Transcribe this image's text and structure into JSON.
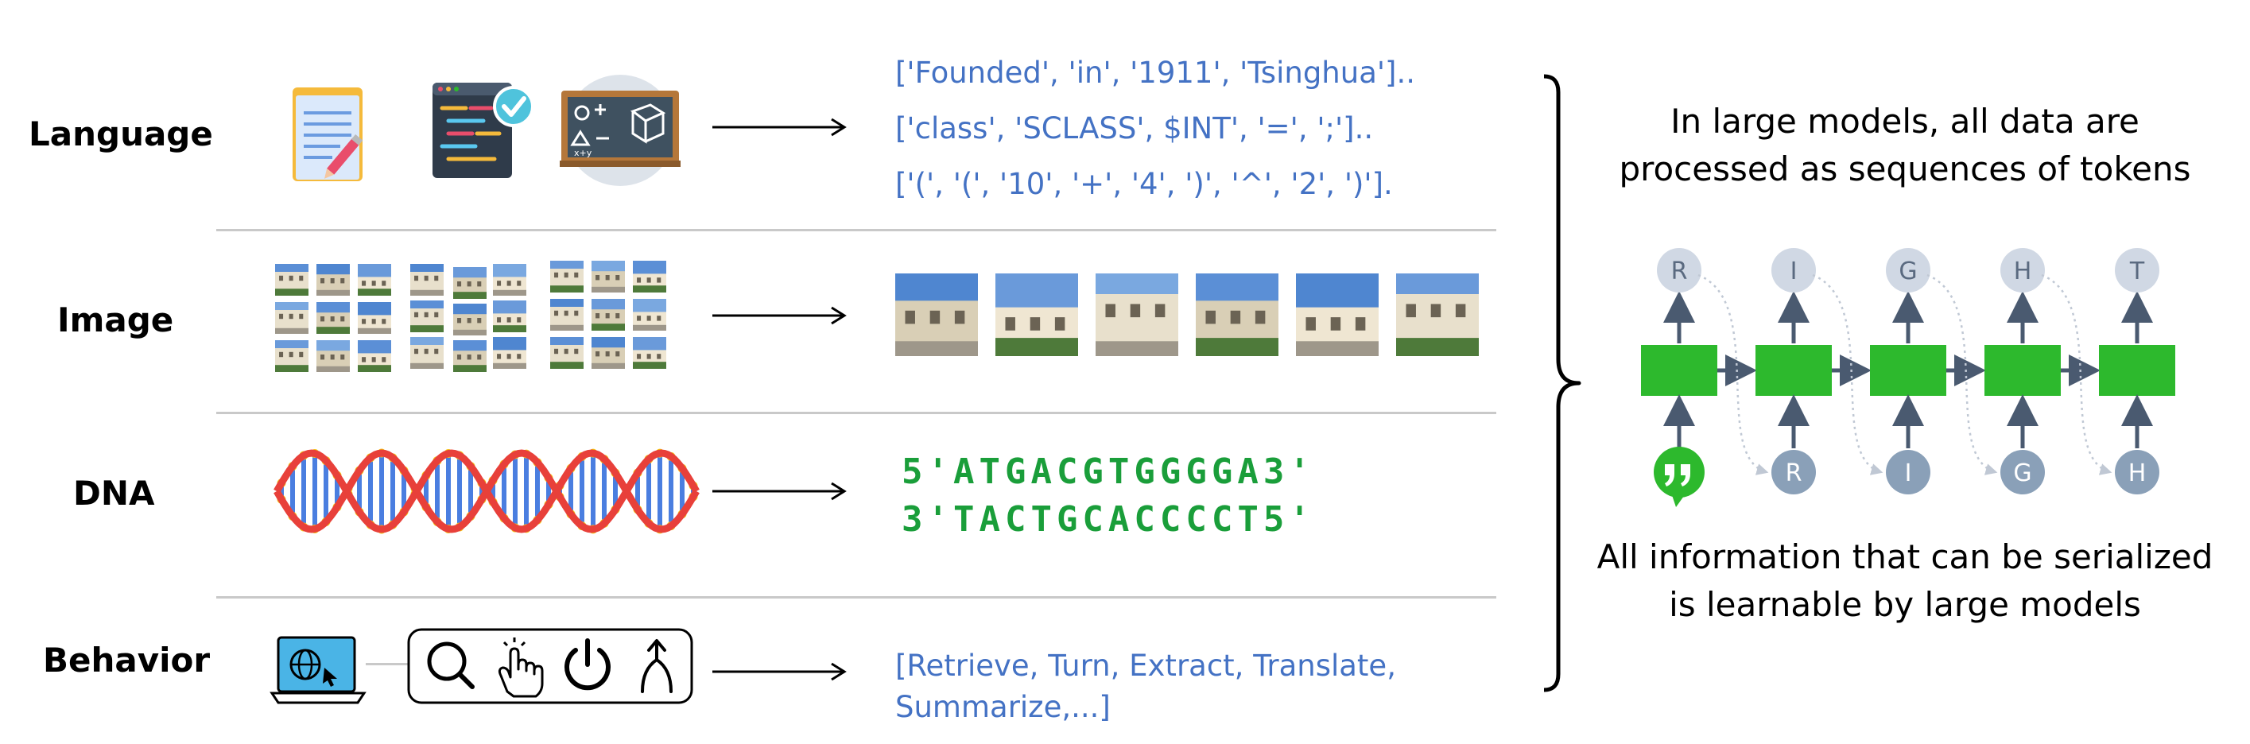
{
  "rows": {
    "language": {
      "label": "Language",
      "tokens": [
        "['Founded', 'in', '1911', 'Tsinghua']..",
        "['class', 'SCLASS', $INT', '=', ';']..",
        "['(', '(', '10', '+', '4', ')', '^', '2', ')']."
      ]
    },
    "image": {
      "label": "Image"
    },
    "dna": {
      "label": "DNA",
      "lines": [
        "5'ATGACGTGGGGA3'",
        "3'TACTGCACCCCT5'"
      ]
    },
    "behavior": {
      "label": "Behavior",
      "tokens": [
        "[Retrieve, Turn, Extract, Translate,",
        "Summarize,...]"
      ]
    }
  },
  "summary": {
    "top_lines": [
      "In large models, all data are",
      "processed as sequences of tokens"
    ],
    "bottom_lines": [
      "All information that can be serialized",
      "is learnable by large models"
    ]
  },
  "rnn": {
    "outputs": [
      "R",
      "I",
      "G",
      "H",
      "T"
    ],
    "inputs": [
      "R",
      "I",
      "G",
      "H"
    ]
  },
  "colors": {
    "token_text": "#4472C4",
    "dna_text": "#1a9e3a",
    "rnn_cell": "#2db92d",
    "rnn_output_node": "#d0d8e4",
    "rnn_input_node": "#8aa0b8",
    "arrow": "#4a5a70",
    "helix_red": "#e8403a",
    "helix_blue": "#4a7ee0",
    "helix_yellow": "#f5c518"
  },
  "icons": [
    "notepad-icon",
    "code-editor-icon",
    "chalkboard-icon",
    "laptop-globe-icon",
    "search-icon",
    "hand-pointer-icon",
    "power-icon",
    "merge-arrow-icon",
    "quote-bubble-icon"
  ]
}
